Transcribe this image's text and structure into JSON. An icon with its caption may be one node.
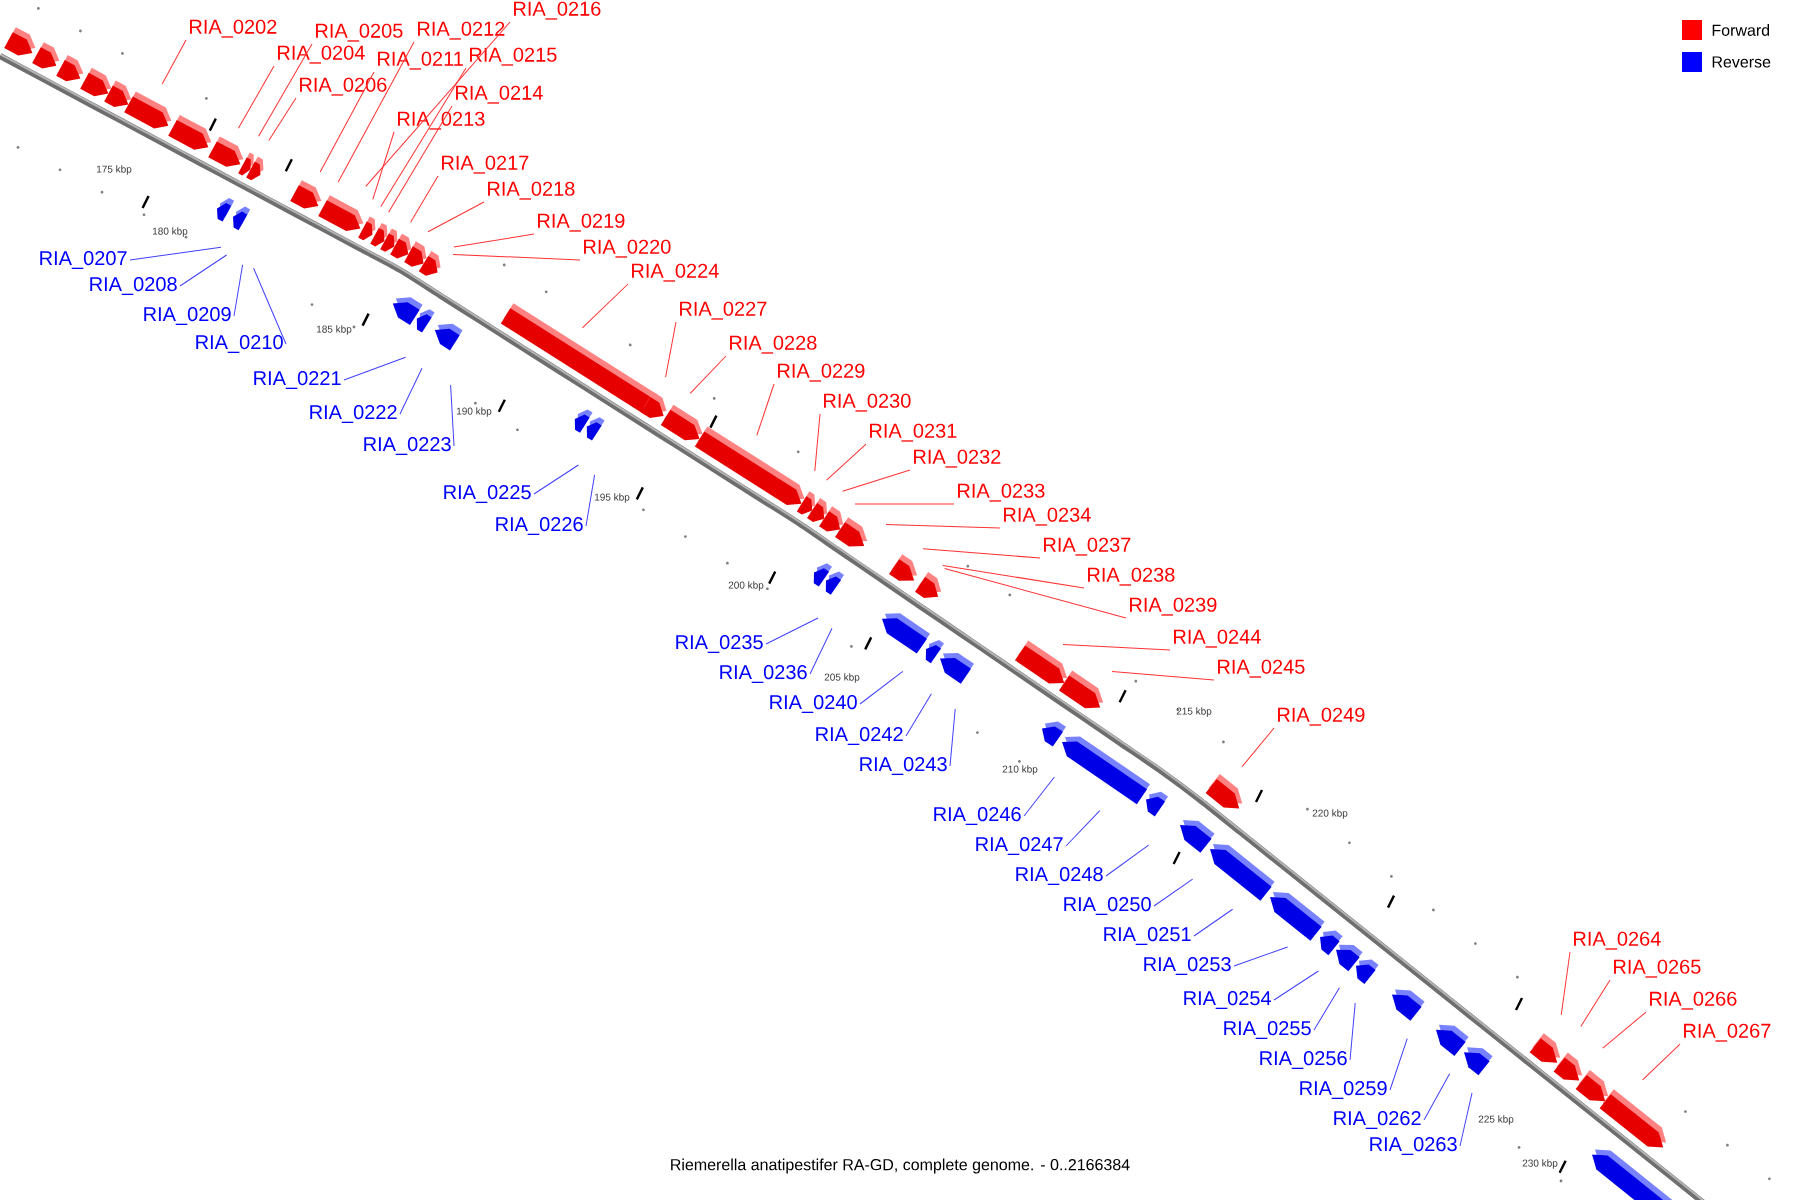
{
  "diagram": {
    "caption": "Riemerella anatipestifer RA-GD, complete genome. - 0..2166384",
    "nodes": [
      {
        "text": [
          "RIA_0202"
        ]
      },
      {
        "text": [
          "RIA_0204"
        ]
      },
      {
        "text": [
          "RIA_0205"
        ]
      },
      {
        "text": [
          "RIA_0206"
        ]
      },
      {
        "text": [
          "RIA_0207"
        ]
      },
      {
        "text": [
          "RIA_0208"
        ]
      },
      {
        "text": [
          "RIA_0209"
        ]
      },
      {
        "text": [
          "RIA_0210"
        ]
      },
      {
        "text": [
          "RIA_0211"
        ]
      },
      {
        "text": [
          "RIA_0212"
        ]
      },
      {
        "text": [
          "RIA_0213"
        ]
      },
      {
        "text": [
          "RIA_0214"
        ]
      },
      {
        "text": [
          "RIA_0215"
        ]
      },
      {
        "text": [
          "RIA_0216"
        ]
      },
      {
        "text": [
          "RIA_0217"
        ]
      },
      {
        "text": [
          "RIA_0218"
        ]
      },
      {
        "text": [
          "RIA_0219"
        ]
      },
      {
        "text": [
          "RIA_0220"
        ]
      },
      {
        "text": [
          "RIA_0221"
        ]
      },
      {
        "text": [
          "RIA_0222"
        ]
      },
      {
        "text": [
          "RIA_0223"
        ]
      },
      {
        "text": [
          "RIA_0224"
        ]
      },
      {
        "text": [
          "RIA_0225"
        ]
      },
      {
        "text": [
          "RIA_0226"
        ]
      },
      {
        "text": [
          "RIA_0227"
        ]
      },
      {
        "text": [
          "RIA_0228"
        ]
      },
      {
        "text": [
          "RIA_0229"
        ]
      },
      {
        "text": [
          "RIA_0230"
        ]
      },
      {
        "text": [
          "RIA_0231"
        ]
      },
      {
        "text": [
          "RIA_0232"
        ]
      },
      {
        "text": [
          "RIA_0233"
        ]
      },
      {
        "text": [
          "RIA_0234"
        ]
      },
      {
        "text": [
          "RIA_0235"
        ]
      },
      {
        "text": [
          "RIA_0236"
        ]
      },
      {
        "text": [
          "RIA_0237"
        ]
      },
      {
        "text": [
          "RIA_0238"
        ]
      },
      {
        "text": [
          "RIA_0239"
        ]
      },
      {
        "text": [
          "RIA_0240"
        ]
      },
      {
        "text": [
          "RIA_0242"
        ]
      },
      {
        "text": [
          "RIA_0243"
        ]
      },
      {
        "text": [
          "RIA_0244"
        ]
      },
      {
        "text": [
          "RIA_0245"
        ]
      },
      {
        "text": [
          "RIA_0246"
        ]
      },
      {
        "text": [
          "RIA_0247"
        ]
      },
      {
        "text": [
          "RIA_0248"
        ]
      },
      {
        "text": [
          "RIA_0249"
        ]
      },
      {
        "text": [
          "RIA_0250"
        ]
      },
      {
        "text": [
          "RIA_0251"
        ]
      },
      {
        "text": [
          "RIA_0253"
        ]
      },
      {
        "text": [
          "RIA_0254"
        ]
      },
      {
        "text": [
          "RIA_0255"
        ]
      },
      {
        "text": [
          "RIA_0256"
        ]
      },
      {
        "text": [
          "RIA_0259"
        ]
      },
      {
        "text": [
          "RIA_0262"
        ]
      },
      {
        "text": [
          "RIA_0263"
        ]
      },
      {
        "text": [
          "RIA_0264"
        ]
      },
      {
        "text": [
          "RIA_0265"
        ]
      },
      {
        "text": [
          "RIA_0266"
        ]
      },
      {
        "text": [
          "RIA_0267"
        ]
      }
    ],
    "edges": [
      {
        "from": 0,
        "to": null,
        "arrow": "none"
      },
      {
        "from": 1,
        "to": null,
        "arrow": "none"
      },
      {
        "from": 2,
        "to": null,
        "arrow": "none"
      },
      {
        "from": 3,
        "to": null,
        "arrow": "none"
      },
      {
        "from": 4,
        "to": null,
        "arrow": "none",
        "color": "#4040ff"
      },
      {
        "from": 5,
        "to": null,
        "arrow": "none",
        "color": "#4040ff"
      },
      {
        "from": 6,
        "to": null,
        "arrow": "none",
        "color": "#4040ff"
      },
      {
        "from": 7,
        "to": null,
        "arrow": "none",
        "color": "#4040ff"
      },
      {
        "from": 8,
        "to": null,
        "arrow": "none"
      },
      {
        "from": 9,
        "to": null,
        "arrow": "none"
      },
      {
        "from": 10,
        "to": null,
        "arrow": "none"
      },
      {
        "from": 11,
        "to": null,
        "arrow": "none"
      },
      {
        "from": 12,
        "to": null,
        "arrow": "none"
      },
      {
        "from": 13,
        "to": null,
        "arrow": "none"
      },
      {
        "from": 14,
        "to": null,
        "arrow": "none"
      },
      {
        "from": 15,
        "to": null,
        "arrow": "none"
      },
      {
        "from": 16,
        "to": null,
        "arrow": "none"
      },
      {
        "from": 17,
        "to": null,
        "arrow": "none"
      },
      {
        "from": 18,
        "to": null,
        "arrow": "none",
        "color": "#4040ff"
      },
      {
        "from": 19,
        "to": null,
        "arrow": "none",
        "color": "#4040ff"
      },
      {
        "from": 20,
        "to": null,
        "arrow": "none",
        "color": "#4040ff"
      },
      {
        "from": 21,
        "to": null,
        "arrow": "none"
      },
      {
        "from": 22,
        "to": null,
        "arrow": "none",
        "color": "#4040ff"
      },
      {
        "from": 23,
        "to": null,
        "arrow": "none",
        "color": "#4040ff"
      },
      {
        "from": 24,
        "to": null,
        "arrow": "none"
      },
      {
        "from": 25,
        "to": null,
        "arrow": "none"
      },
      {
        "from": 26,
        "to": null,
        "arrow": "none"
      },
      {
        "from": 27,
        "to": null,
        "arrow": "none"
      },
      {
        "from": 28,
        "to": null,
        "arrow": "none"
      },
      {
        "from": 29,
        "to": null,
        "arrow": "none"
      },
      {
        "from": 30,
        "to": null,
        "arrow": "none"
      },
      {
        "from": 31,
        "to": null,
        "arrow": "none"
      },
      {
        "from": 32,
        "to": null,
        "arrow": "none",
        "color": "#4040ff"
      },
      {
        "from": 33,
        "to": null,
        "arrow": "none",
        "color": "#4040ff"
      },
      {
        "from": 34,
        "to": null,
        "arrow": "none"
      },
      {
        "from": 35,
        "to": null,
        "arrow": "none"
      },
      {
        "from": 36,
        "to": null,
        "arrow": "none"
      },
      {
        "from": 37,
        "to": null,
        "arrow": "none",
        "color": "#4040ff"
      },
      {
        "from": 38,
        "to": null,
        "arrow": "none",
        "color": "#4040ff"
      },
      {
        "from": 39,
        "to": null,
        "arrow": "none",
        "color": "#4040ff"
      },
      {
        "from": 40,
        "to": null,
        "arrow": "none"
      },
      {
        "from": 41,
        "to": null,
        "arrow": "none"
      },
      {
        "from": 42,
        "to": null,
        "arrow": "none",
        "color": "#4040ff"
      },
      {
        "from": 43,
        "to": null,
        "arrow": "none",
        "color": "#4040ff"
      },
      {
        "from": 44,
        "to": null,
        "arrow": "none",
        "color": "#4040ff"
      },
      {
        "from": 45,
        "to": null,
        "arrow": "none"
      },
      {
        "from": 46,
        "to": null,
        "arrow": "none",
        "color": "#4040ff"
      },
      {
        "from": 47,
        "to": null,
        "arrow": "none",
        "color": "#4040ff"
      },
      {
        "from": 48,
        "to": null,
        "arrow": "none",
        "color": "#4040ff"
      },
      {
        "from": 49,
        "to": null,
        "arrow": "none",
        "color": "#4040ff"
      },
      {
        "from": 50,
        "to": null,
        "arrow": "none",
        "color": "#4040ff"
      },
      {
        "from": 51,
        "to": null,
        "arrow": "none",
        "color": "#4040ff"
      },
      {
        "from": 52,
        "to": null,
        "arrow": "none",
        "color": "#4040ff"
      },
      {
        "from": 53,
        "to": null,
        "arrow": "none",
        "color": "#4040ff"
      },
      {
        "from": 54,
        "to": null,
        "arrow": "none",
        "color": "#4040ff"
      },
      {
        "from": 55,
        "to": null,
        "arrow": "none"
      },
      {
        "from": 56,
        "to": null,
        "arrow": "none"
      },
      {
        "from": 57,
        "to": null,
        "arrow": "none"
      },
      {
        "from": 58,
        "to": null,
        "arrow": "none"
      }
    ],
    "labels": [
      "175 kbp",
      "180 kbp",
      "185 kbp",
      "190 kbp",
      "195 kbp",
      "200 kbp",
      "205 kbp",
      "210 kbp",
      "215 kbp",
      "220 kbp",
      "225 kbp",
      "230 kbp"
    ],
    "legend": [
      {
        "text": "Forward",
        "color": "#ff0000"
      },
      {
        "text": "Reverse",
        "color": "#0000ff"
      }
    ]
  }
}
